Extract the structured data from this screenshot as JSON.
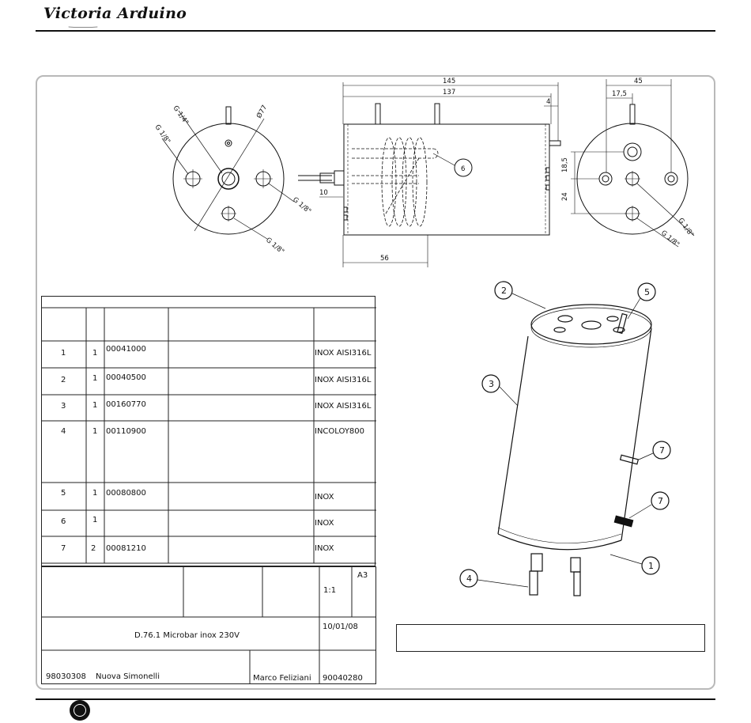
{
  "brand": {
    "logo_text": "Victoria Arduino"
  },
  "drawing": {
    "front_labels": {
      "g14": "G 1/4\"",
      "g18_a": "G 1/8\"",
      "g18_b": "G 1/8\"",
      "g18_c": "G 1/8\"",
      "d77": "Ø77"
    },
    "side_dims": {
      "d145": "145",
      "d137": "137",
      "d4": "4",
      "d10": "10",
      "d56": "56"
    },
    "right_dims": {
      "d45": "45",
      "d175": "17,5",
      "d185": "18,5",
      "d24": "24",
      "g18_a": "G 1/8\"",
      "g18_b": "G 1/8\""
    },
    "balloons": {
      "b6": "6"
    }
  },
  "iso_balloons": {
    "b1": "1",
    "b2": "2",
    "b3": "3",
    "b4": "4",
    "b5": "5",
    "b7a": "7",
    "b7b": "7"
  },
  "parts": [
    {
      "pos": "1",
      "qty": "1",
      "code": "00041000",
      "material": "INOX AISI316L"
    },
    {
      "pos": "2",
      "qty": "1",
      "code": "00040500",
      "material": "INOX AISI316L"
    },
    {
      "pos": "3",
      "qty": "1",
      "code": "00160770",
      "material": "INOX AISI316L"
    },
    {
      "pos": "4",
      "qty": "1",
      "code": "00110900",
      "material": "INCOLOY800"
    },
    {
      "pos": "5",
      "qty": "1",
      "code": "00080800",
      "material": "INOX"
    },
    {
      "pos": "6",
      "qty": "1",
      "code": "",
      "material": "INOX"
    },
    {
      "pos": "7",
      "qty": "2",
      "code": "00081210",
      "material": "INOX"
    }
  ],
  "title_block": {
    "format": "A3",
    "scale": "1:1",
    "description": "D.76.1 Microbar inox 230V",
    "date": "10/01/08",
    "doc_number": "98030308",
    "company": "Nuova Simonelli",
    "author": "Marco Feliziani",
    "drawing_number": "90040280"
  },
  "colors": {
    "frame": "#b9b9b9",
    "ink": "#111111"
  }
}
